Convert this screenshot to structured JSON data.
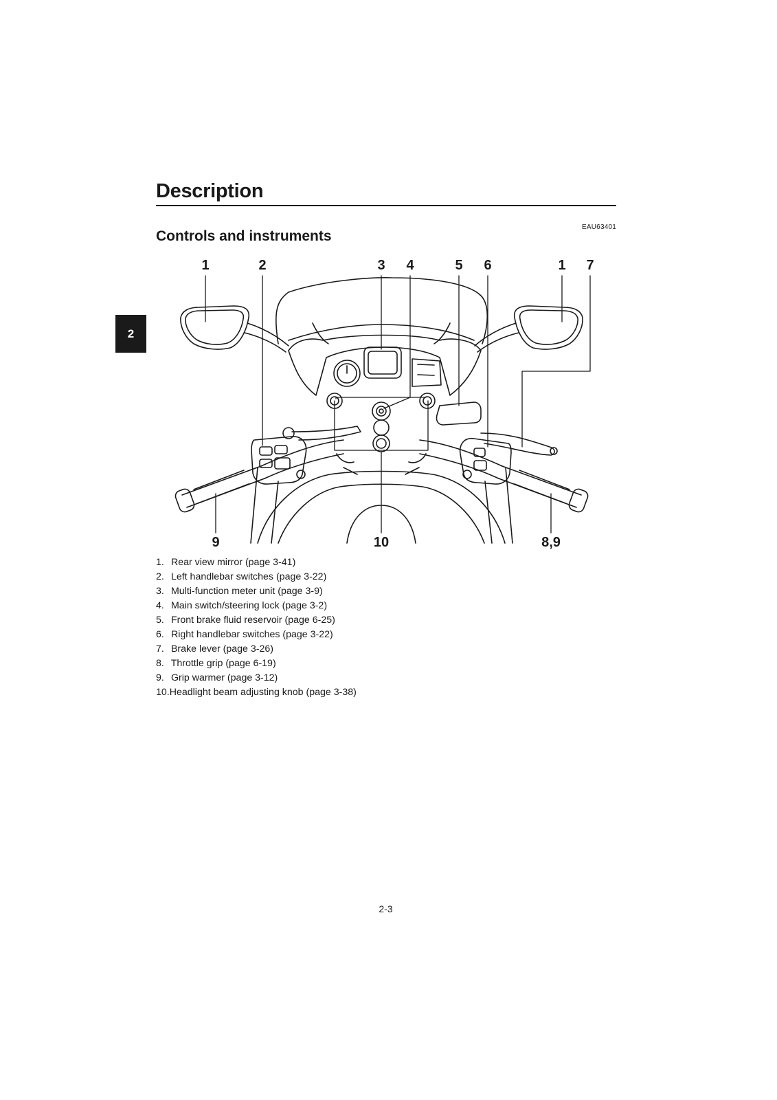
{
  "header": {
    "title": "Description",
    "subtitle": "Controls and instruments",
    "section_code": "EAU63401",
    "chapter_tab": "2"
  },
  "figure": {
    "callouts_top": [
      "1",
      "2",
      "3",
      "4",
      "5",
      "6",
      "1",
      "7"
    ],
    "callouts_bottom": [
      "9",
      "10",
      "8,9"
    ]
  },
  "legend": [
    {
      "num": "1.",
      "text": "Rear view mirror (page 3-41)"
    },
    {
      "num": "2.",
      "text": "Left handlebar switches (page 3-22)"
    },
    {
      "num": "3.",
      "text": "Multi-function meter unit (page 3-9)"
    },
    {
      "num": "4.",
      "text": "Main switch/steering lock (page 3-2)"
    },
    {
      "num": "5.",
      "text": "Front brake fluid reservoir (page 6-25)"
    },
    {
      "num": "6.",
      "text": "Right handlebar switches (page 3-22)"
    },
    {
      "num": "7.",
      "text": "Brake lever (page 3-26)"
    },
    {
      "num": "8.",
      "text": "Throttle grip (page 6-19)"
    },
    {
      "num": "9.",
      "text": "Grip warmer (page 3-12)"
    },
    {
      "num": "10.",
      "text": "Headlight beam adjusting knob (page 3-38)"
    }
  ],
  "footer": {
    "page_number": "2-3"
  }
}
